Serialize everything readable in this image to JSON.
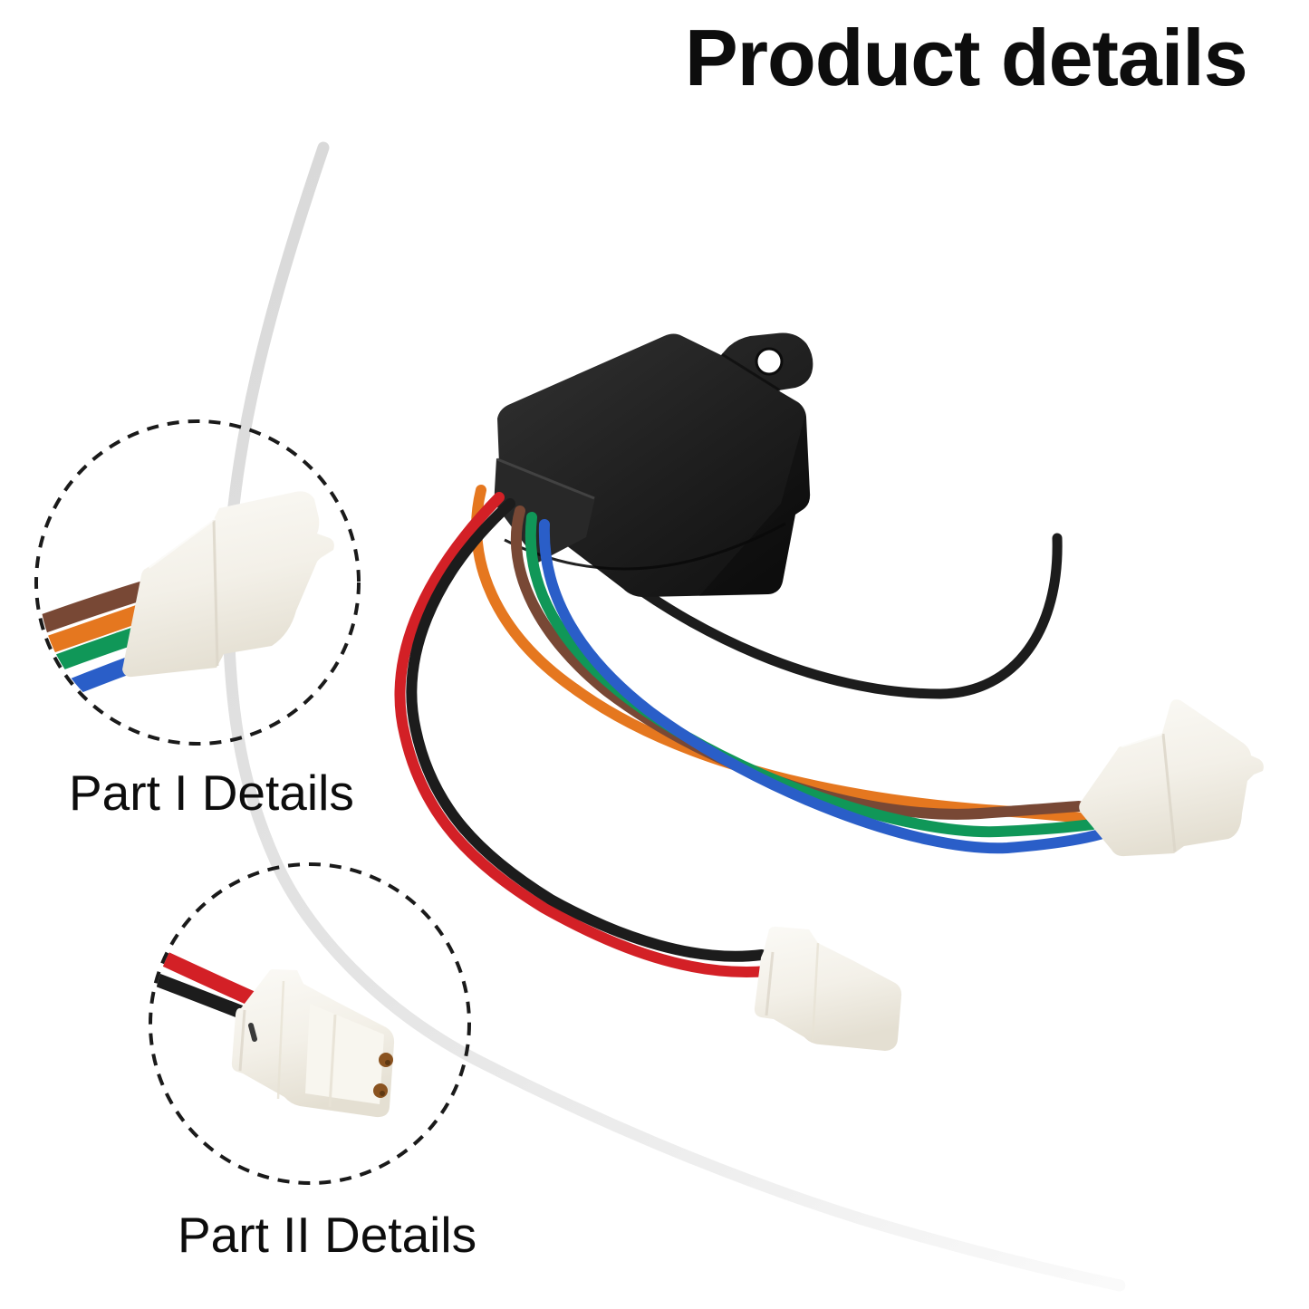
{
  "title": {
    "text": "Product details"
  },
  "callouts": {
    "part1": {
      "label": "Part I Details"
    },
    "part2": {
      "label": "Part II Details"
    }
  },
  "colors": {
    "background": "#ffffff",
    "text": "#0d0d0d",
    "dashed_circle": "#1a1a1a",
    "background_cable": "#d9d9d9",
    "background_cable_fade": "#fafafa",
    "module_top": "#303030",
    "module_mid": "#1f1f1f",
    "module_bottom": "#121212",
    "module_seam": "#0a0a0a",
    "connector_highlight": "#fbfaf6",
    "connector_shell": "#f3f0e8",
    "connector_shadow": "#e4dfd2",
    "pin_brown": "#8a5320",
    "wire_red": "#d32026",
    "wire_orange": "#e5771f",
    "wire_green": "#109758",
    "wire_blue": "#2a5ec8",
    "wire_brown": "#784835",
    "wire_black": "#1c1c1c"
  }
}
